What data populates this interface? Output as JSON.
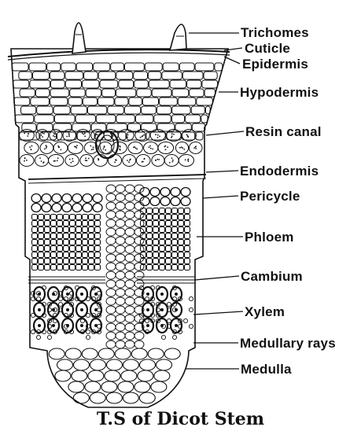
{
  "diagram": {
    "caption": "T.S of Dicot Stem",
    "labels": {
      "trichomes": "Trichomes",
      "cuticle": "Cuticle",
      "epidermis": "Epidermis",
      "hypodermis": "Hypodermis",
      "resin_canal": "Resin canal",
      "endodermis": "Endodermis",
      "pericycle": "Pericycle",
      "phloem": "Phloem",
      "cambium": "Cambium",
      "xylem": "Xylem",
      "medullary_rays": "Medullary rays",
      "medulla": "Medulla"
    }
  }
}
